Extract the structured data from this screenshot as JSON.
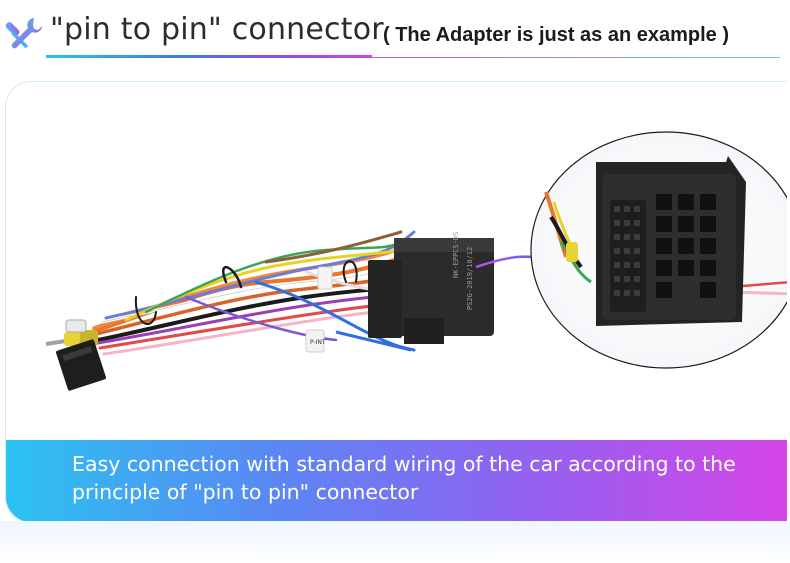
{
  "header": {
    "title": "\"pin to pin\" connector",
    "subtitle": "( The Adapter is just as an example )",
    "icon": "tools-icon"
  },
  "adapter": {
    "label_line1": "NK-EPPCS-DS",
    "label_line2": "PS2G-2019/10/12",
    "tag_text": "P-INT"
  },
  "banner": {
    "caption_line1": "Easy connection with standard wiring of the car according to the",
    "caption_line2": "principle of \"pin to pin\" connector"
  },
  "colors": {
    "accent_cyan": "#2bc3f1",
    "accent_purple": "#8f63f1",
    "accent_magenta": "#d545e6"
  }
}
